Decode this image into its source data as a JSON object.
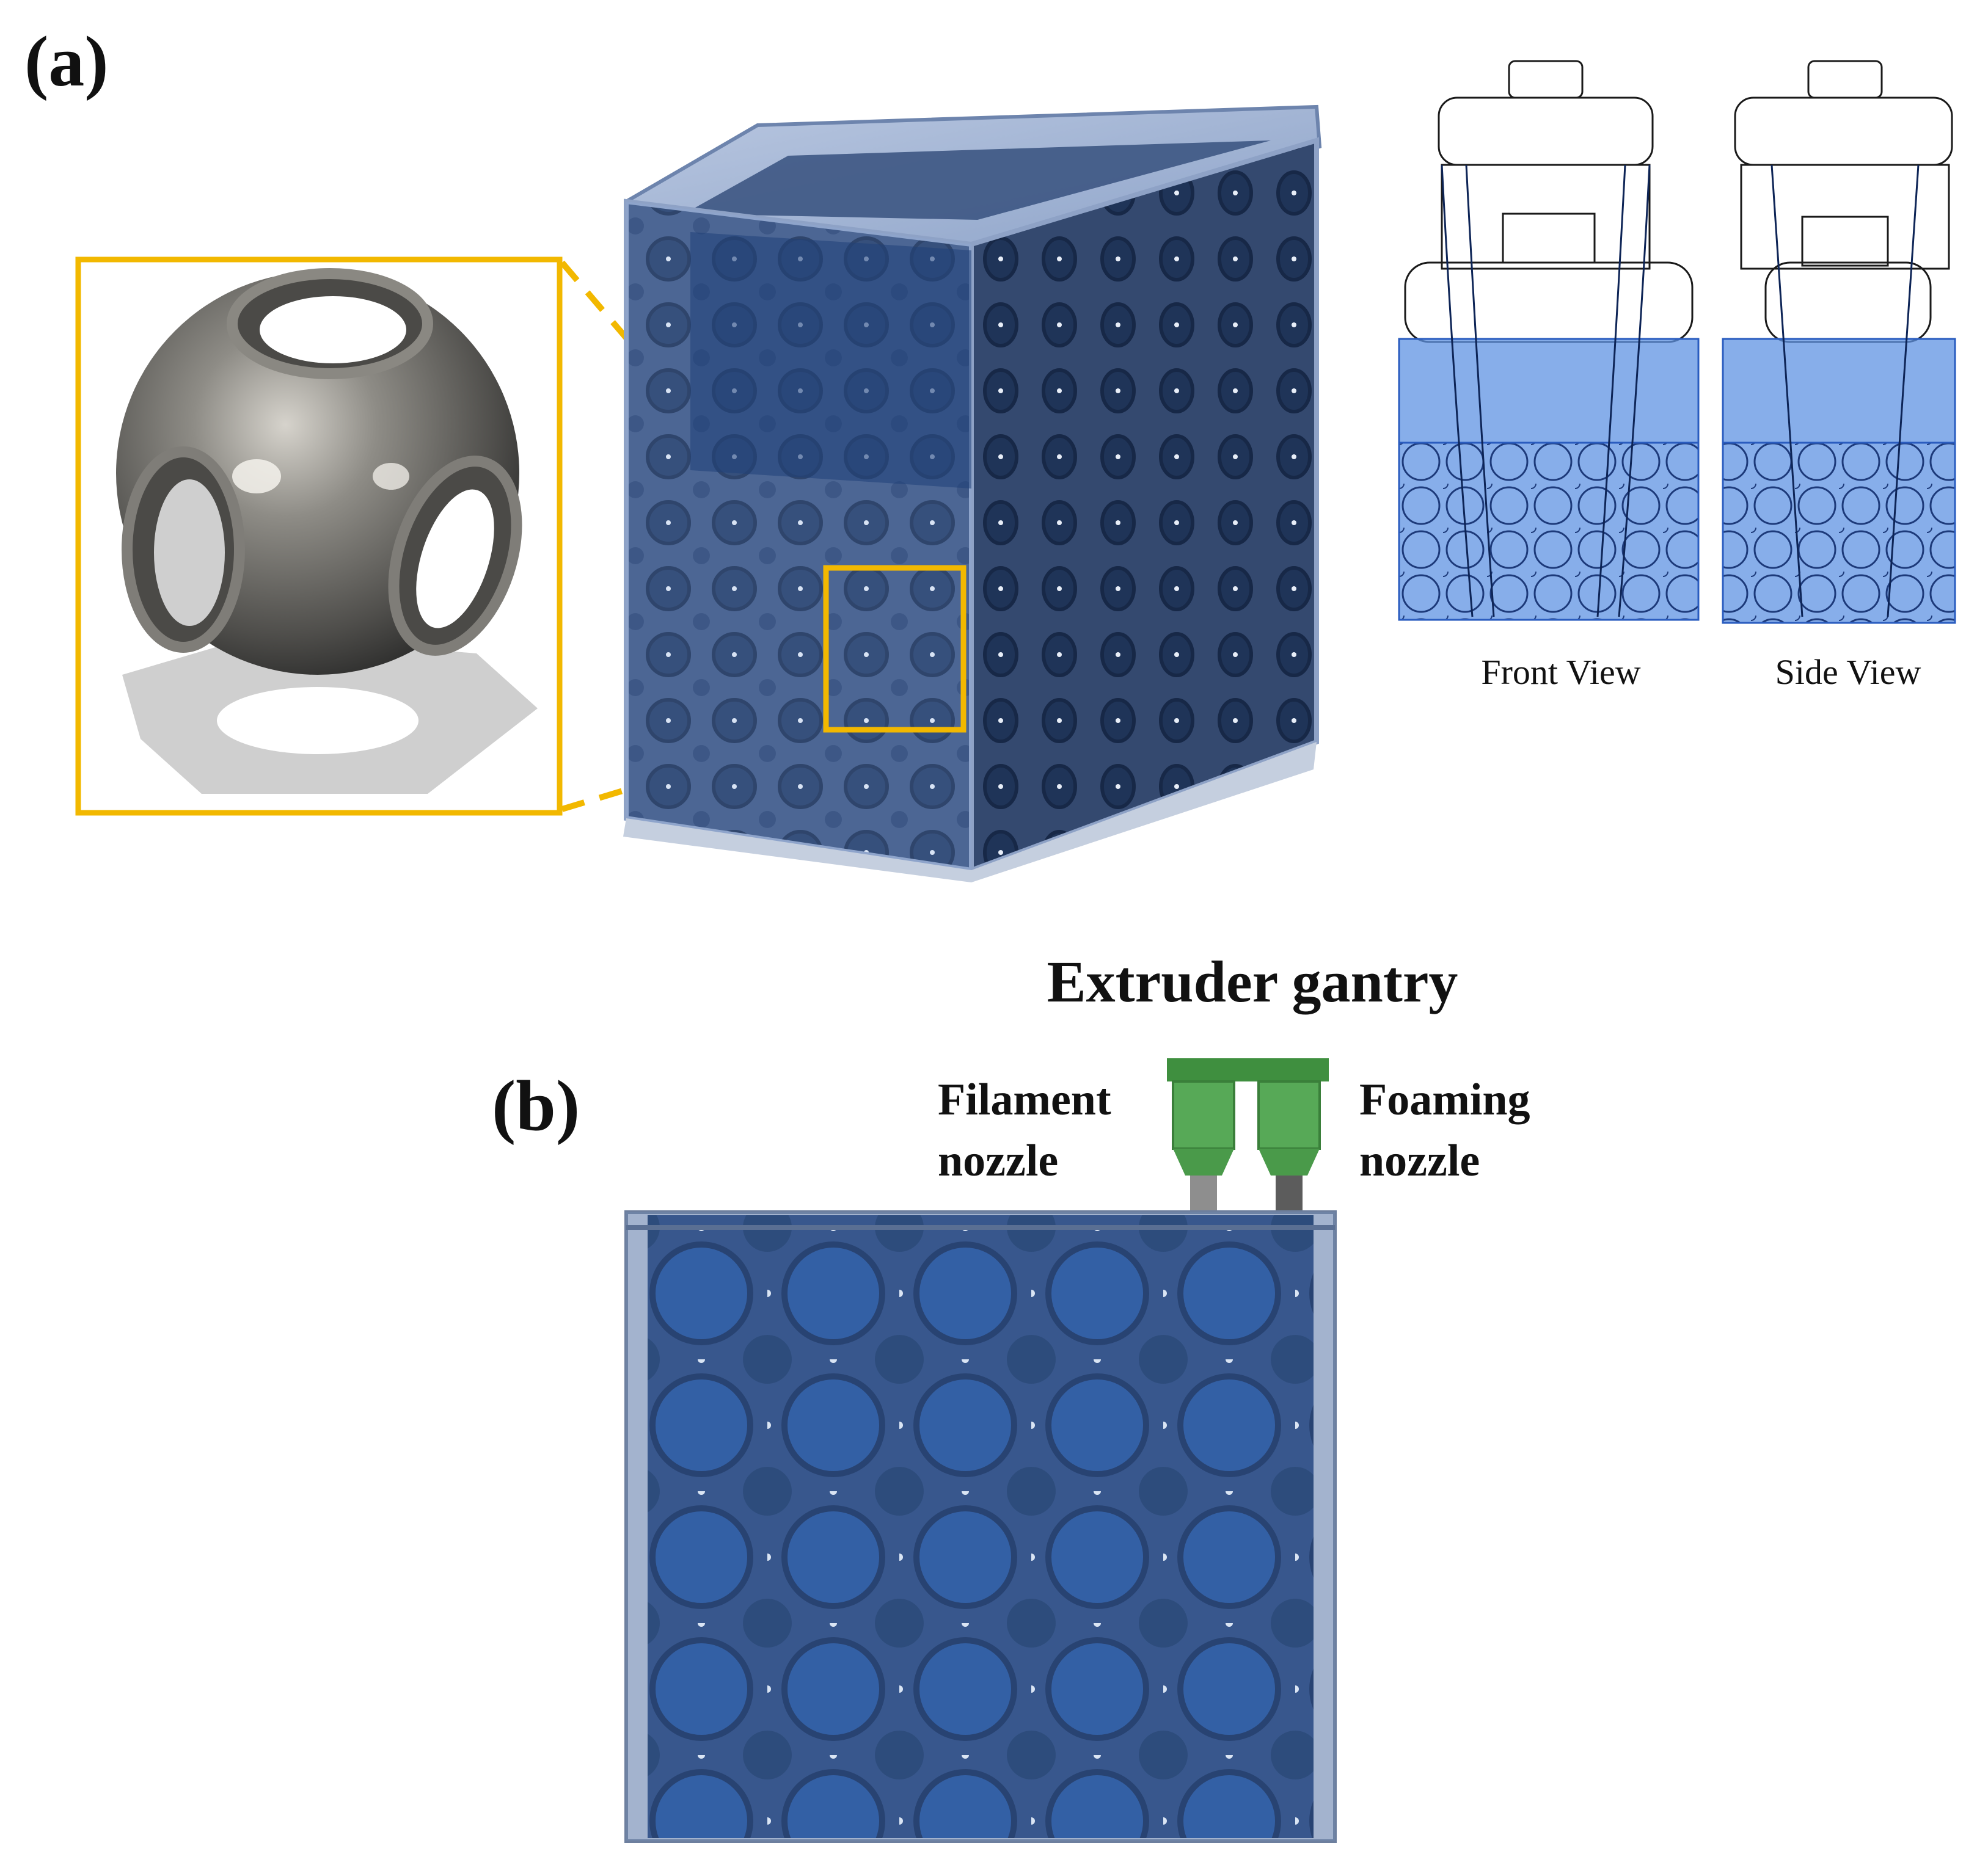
{
  "panel_a": {
    "label": "(a)",
    "front_view_label": "Front View",
    "side_view_label": "Side View"
  },
  "panel_b": {
    "label": "(b)",
    "title": "Extruder gantry",
    "filament_nozzle_label": [
      "Filament",
      "nozzle"
    ],
    "foaming_nozzle_label": [
      "Foaming",
      "nozzle"
    ]
  },
  "colors": {
    "highlight": "#f2b800",
    "lattice_blue": "#2e4b7a",
    "translucent_blue": "#5b8fe0",
    "nozzle_green": "#4a9a4a",
    "unit_cell_gray": "#6b6b6b"
  },
  "icons": [
    "unit-cell-sphere",
    "lattice-cube",
    "extruder-nozzles"
  ]
}
